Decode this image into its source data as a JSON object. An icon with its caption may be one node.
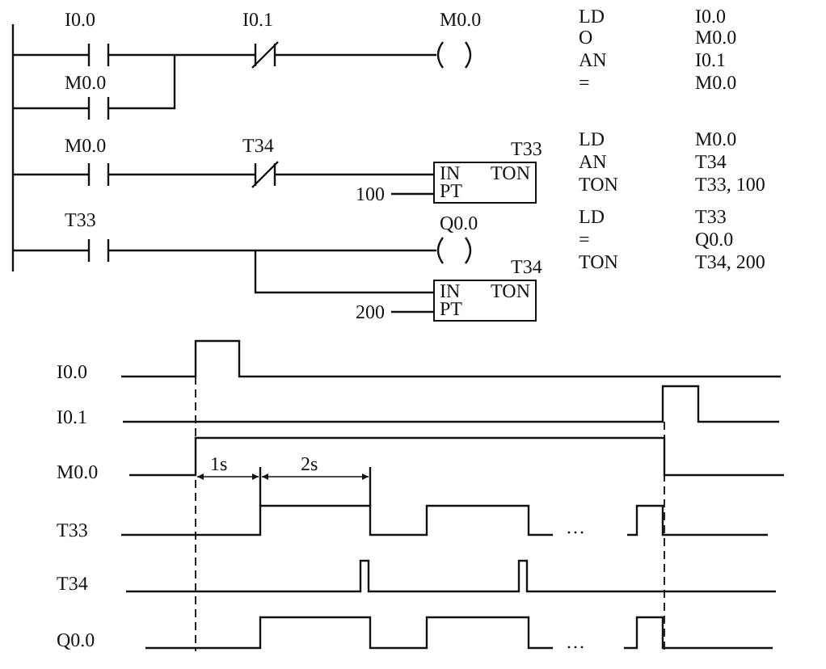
{
  "diagram": {
    "nodes": [
      {
        "text": [
          "IN",
          "TON",
          "PT"
        ],
        "beside": [
          "T33"
        ]
      },
      {
        "text": [
          "IN",
          "TON",
          "PT"
        ],
        "beside": [
          "T34"
        ]
      }
    ],
    "edges": [],
    "labels": [
      "I0.0",
      "I0.1",
      "M0.0",
      "M0.0",
      "M0.0",
      "T34",
      "100",
      "T33",
      "Q0.0",
      "200",
      "LD",
      "I0.0",
      "O",
      "M0.0",
      "AN",
      "I0.1",
      "=",
      "M0.0",
      "LD",
      "M0.0",
      "AN",
      "T34",
      "TON",
      "T33, 100",
      "LD",
      "T33",
      "=",
      "Q0.0",
      "TON",
      "T34, 200",
      "I0.0",
      "I0.1",
      "M0.0",
      "1s",
      "2s",
      "T33",
      "…",
      "T34",
      "Q0.0",
      "…"
    ]
  }
}
